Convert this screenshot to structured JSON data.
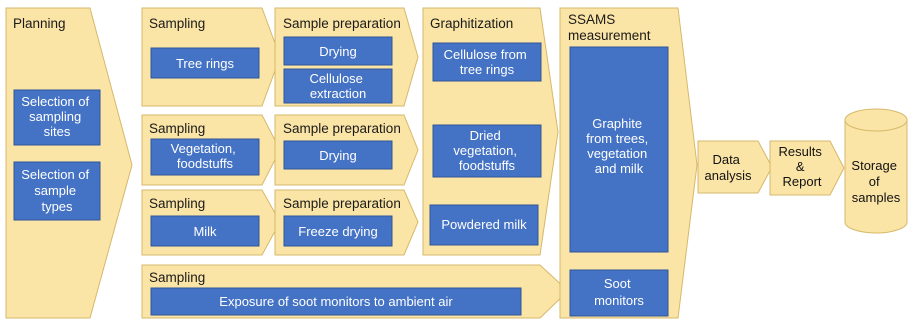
{
  "planning": {
    "title": "Planning",
    "box1": [
      "Selection of",
      "sampling",
      "sites"
    ],
    "box2": [
      "Selection of",
      "sample",
      "types"
    ]
  },
  "row1": {
    "sampling_title": "Sampling",
    "sampling_box": "Tree rings",
    "prep_title": "Sample preparation",
    "prep_box1": "Drying",
    "prep_box2": [
      "Cellulose",
      "extraction"
    ]
  },
  "row2": {
    "sampling_title": "Sampling",
    "sampling_box": [
      "Vegetation,",
      "foodstuffs"
    ],
    "prep_title": "Sample preparation",
    "prep_box": "Drying"
  },
  "row3": {
    "sampling_title": "Sampling",
    "sampling_box": "Milk",
    "prep_title": "Sample preparation",
    "prep_box": "Freeze drying"
  },
  "row4": {
    "sampling_title": "Sampling",
    "sampling_box": "Exposure of soot monitors to ambient air"
  },
  "graphitization": {
    "title": "Graphitization",
    "box1": [
      "Cellulose from",
      "tree rings"
    ],
    "box2": [
      "Dried",
      "vegetation,",
      "foodstuffs"
    ],
    "box3": "Powdered milk"
  },
  "ssams": {
    "title": [
      "SSAMS",
      "measurement"
    ],
    "box1": [
      "Graphite",
      "from trees,",
      "vegetation",
      "and milk"
    ],
    "box2": [
      "Soot",
      "monitors"
    ]
  },
  "analysis": {
    "label": [
      "Data",
      "analysis"
    ]
  },
  "results": {
    "label": [
      "Results",
      "&",
      "Report"
    ]
  },
  "storage": {
    "label": [
      "Storage",
      "of",
      "samples"
    ]
  },
  "colors": {
    "chevron_fill": "#FBE5A6",
    "chevron_stroke": "#D6B86A",
    "box_blue": "#4472C4",
    "box_border": "#2F5597"
  }
}
